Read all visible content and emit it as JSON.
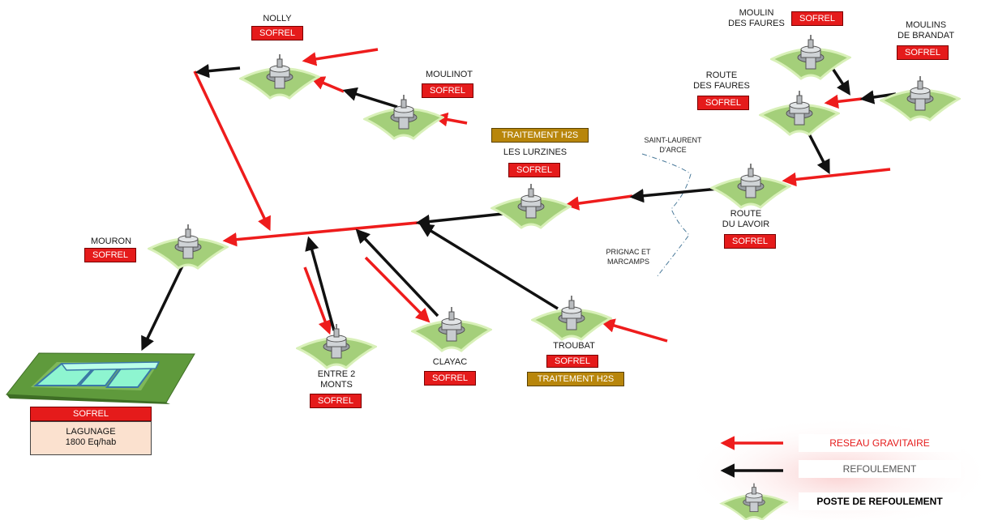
{
  "stations": {
    "nolly": {
      "name": "NOLLY",
      "badge": "SOFREL"
    },
    "moulinot": {
      "name": "MOULINOT",
      "badge": "SOFREL"
    },
    "moulin_des_faures": {
      "name_line1": "MOULIN",
      "name_line2": "DES FAURES",
      "badge": "SOFREL"
    },
    "moulins_de_brandat": {
      "name_line1": "MOULINS",
      "name_line2": "DE BRANDAT",
      "badge": "SOFREL"
    },
    "route_des_faures": {
      "name_line1": "ROUTE",
      "name_line2": "DES FAURES",
      "badge": "SOFREL"
    },
    "les_lurzines": {
      "name": "LES LURZINES",
      "badge": "SOFREL",
      "treatment": "TRAITEMENT H2S"
    },
    "route_du_lavoir": {
      "name_line1": "ROUTE",
      "name_line2": "DU LAVOIR",
      "badge": "SOFREL"
    },
    "mouron": {
      "name": "MOURON",
      "badge": "SOFREL"
    },
    "entre_2_monts": {
      "name_line1": "ENTRE  2",
      "name_line2": "MONTS",
      "badge": "SOFREL"
    },
    "clayac": {
      "name": "CLAYAC",
      "badge": "SOFREL"
    },
    "troubat": {
      "name": "TROUBAT",
      "badge": "SOFREL",
      "treatment": "TRAITEMENT H2S"
    }
  },
  "communes": {
    "saint_laurent_line1": "SAINT-LAURENT",
    "saint_laurent_line2": "D'ARCE",
    "prignac_line1": "PRIGNAC ET",
    "prignac_line2": "MARCAMPS"
  },
  "lagunage": {
    "badge": "SOFREL",
    "title": "LAGUNAGE",
    "capacity": "1800 Eq/hab"
  },
  "legend": {
    "gravity": "RESEAU GRAVITAIRE",
    "pressure": "REFOULEMENT",
    "station": "POSTE DE REFOULEMENT"
  },
  "colors": {
    "gravity": "#ee1c1c",
    "pressure": "#111111",
    "station_green": "#a4cf7a",
    "badge_red": "#e51b1b",
    "badge_h2s": "#b8860b"
  }
}
